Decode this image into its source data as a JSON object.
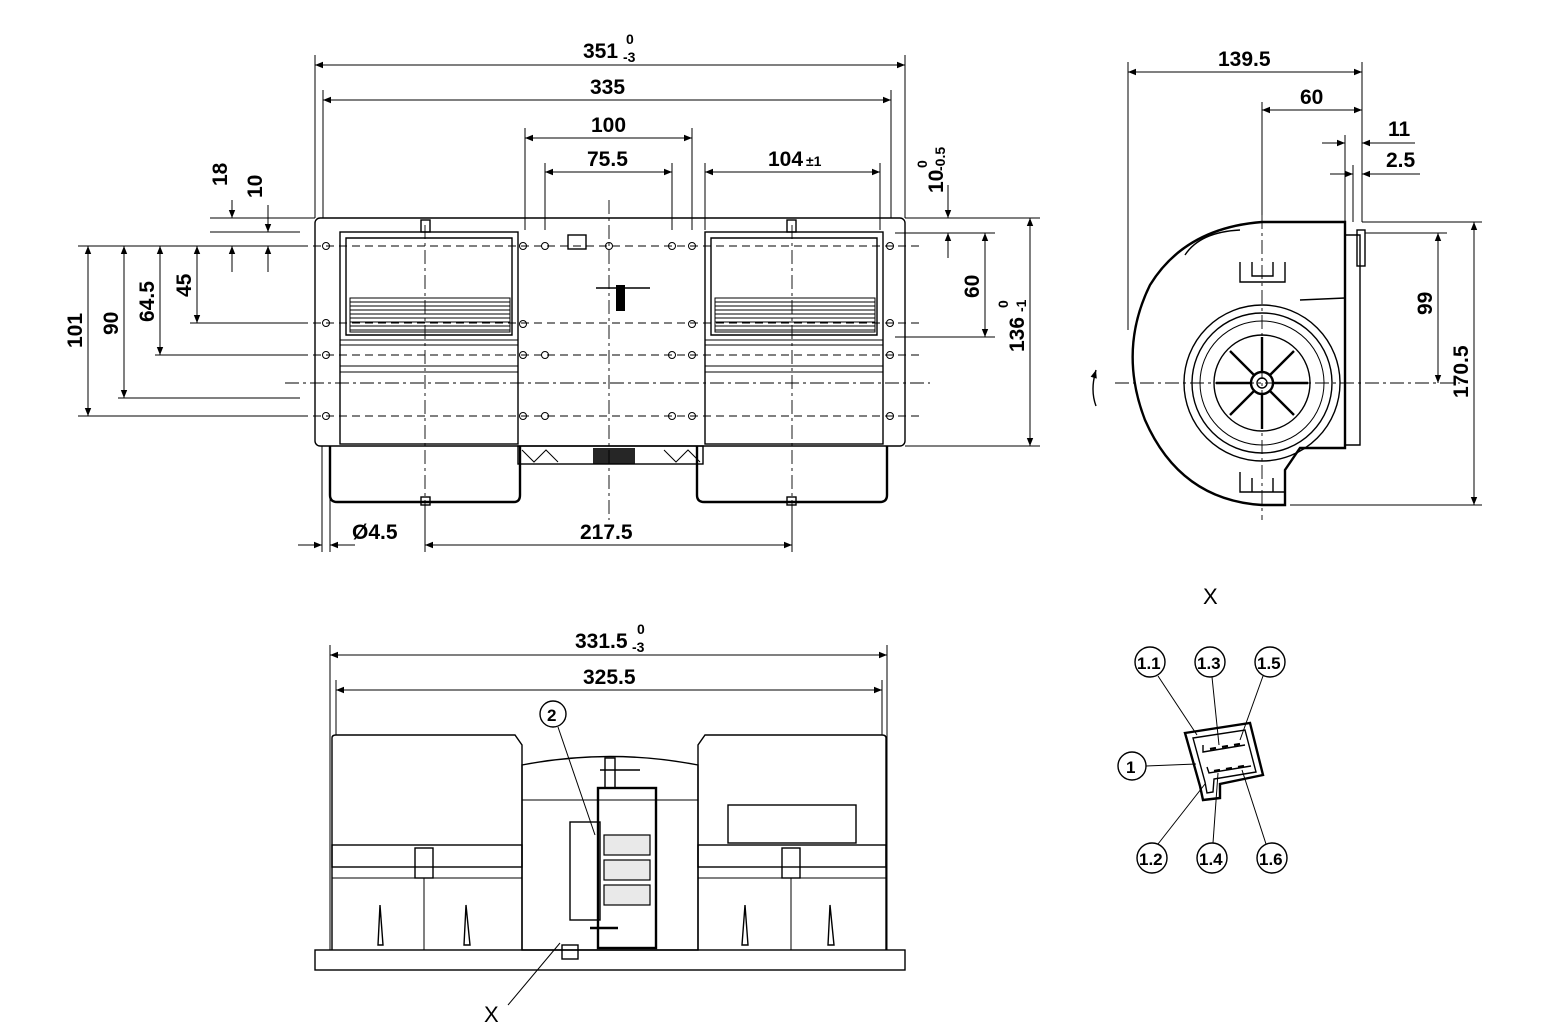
{
  "front_view": {
    "dimensions": {
      "overall_length": {
        "value": "351",
        "tol_upper": "0",
        "tol_lower": "-3"
      },
      "length_335": "335",
      "length_100": "100",
      "length_75_5": "75.5",
      "length_104": {
        "value": "104",
        "tol": "±1"
      },
      "offset_10_top": {
        "value": "10",
        "tol_upper": "0",
        "tol_lower": "-0.5"
      },
      "height_18": "18",
      "height_10": "10",
      "height_101": "101",
      "height_90": "90",
      "height_64_5": "64.5",
      "height_45": "45",
      "height_60": "60",
      "height_136": {
        "value": "136",
        "tol_upper": "0",
        "tol_lower": "-1"
      },
      "hole_dia": "Ø4.5",
      "spacing_217_5": "217.5"
    }
  },
  "side_view": {
    "dimensions": {
      "depth_139_5": "139.5",
      "depth_60": "60",
      "depth_11": "11",
      "depth_2_5": "2.5",
      "height_99": "99",
      "height_170_5": "170.5"
    }
  },
  "bottom_view": {
    "dimensions": {
      "width_331_5": {
        "value": "331.5",
        "tol_upper": "0",
        "tol_lower": "-3"
      },
      "width_325_5": "325.5"
    },
    "callout_2": "2",
    "view_marker": "X"
  },
  "detail_x": {
    "title": "X",
    "pins_top": [
      "1.1",
      "1.3",
      "1.5"
    ],
    "pins_bottom": [
      "1.2",
      "1.4",
      "1.6"
    ],
    "connector": "1"
  }
}
